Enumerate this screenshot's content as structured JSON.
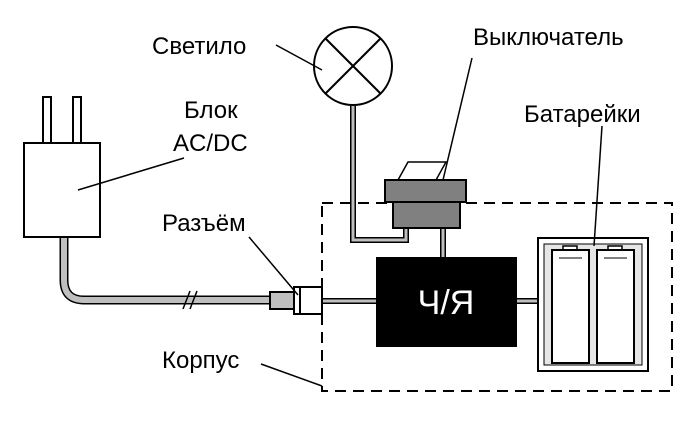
{
  "labels": {
    "lamp": "Светило",
    "switch": "Выключатель",
    "adapter_line1": "Блок",
    "adapter_line2": "AC/DC",
    "batteries": "Батарейки",
    "connector": "Разъём",
    "housing": "Корпус",
    "chip": "Ч/Я"
  },
  "colors": {
    "stroke": "#000000",
    "wire": "#bfbfbf",
    "chip_fill": "#000000",
    "chip_text": "#ffffff",
    "switch_fill": "#808080",
    "battery_fill": "#e6e6e6"
  }
}
